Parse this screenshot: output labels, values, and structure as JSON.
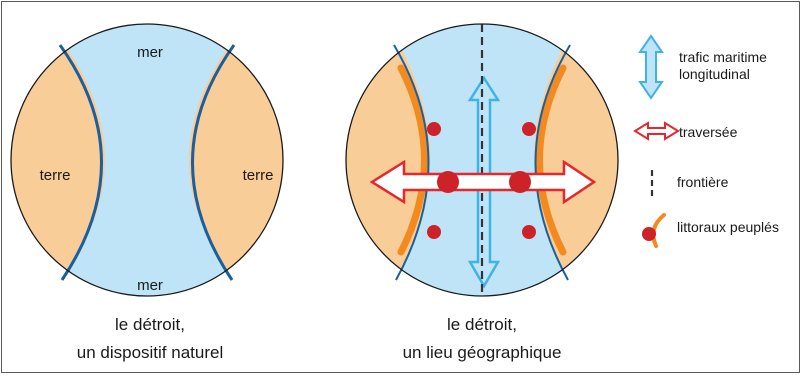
{
  "left_diagram": {
    "label_sea_top": "mer",
    "label_sea_bottom": "mer",
    "label_land_left": "terre",
    "label_land_right": "terre",
    "caption_line1": "le détroit,",
    "caption_line2": "un dispositif naturel"
  },
  "right_diagram": {
    "caption_line1": "le détroit,",
    "caption_line2": "un lieu géographique"
  },
  "legend": {
    "traffic_line1": "trafic maritime",
    "traffic_line2": "longitudinal",
    "crossing": "traversée",
    "border": "frontière",
    "coasts": "littoraux peuplés"
  },
  "colors": {
    "sea": "#bfe4f7",
    "land": "#f9cd98",
    "coast_line": "#1c5f9e",
    "populated_coast": "#f28a1f",
    "town": "#cc2228",
    "crossing_arrow": "#e8262b",
    "traffic_arrow": "#3fb3e6",
    "border": "#333333"
  }
}
